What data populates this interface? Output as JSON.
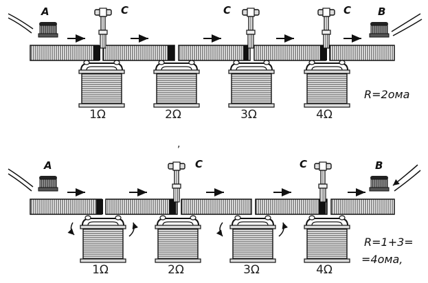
{
  "panels": [
    {
      "terminals": {
        "left": "A",
        "right": "B"
      },
      "plug_labels": [
        "C",
        "C",
        "C"
      ],
      "resistors": [
        "1Ω",
        "2Ω",
        "3Ω",
        "4Ω"
      ],
      "formula": [
        "R=2ома"
      ]
    },
    {
      "terminals": {
        "left": "A",
        "right": "B"
      },
      "plug_labels": [
        "C",
        "C"
      ],
      "resistors": [
        "1Ω",
        "2Ω",
        "3Ω",
        "4Ω"
      ],
      "formula": [
        "R=1+3=",
        "=4ома,"
      ]
    }
  ],
  "stray_mark": ","
}
